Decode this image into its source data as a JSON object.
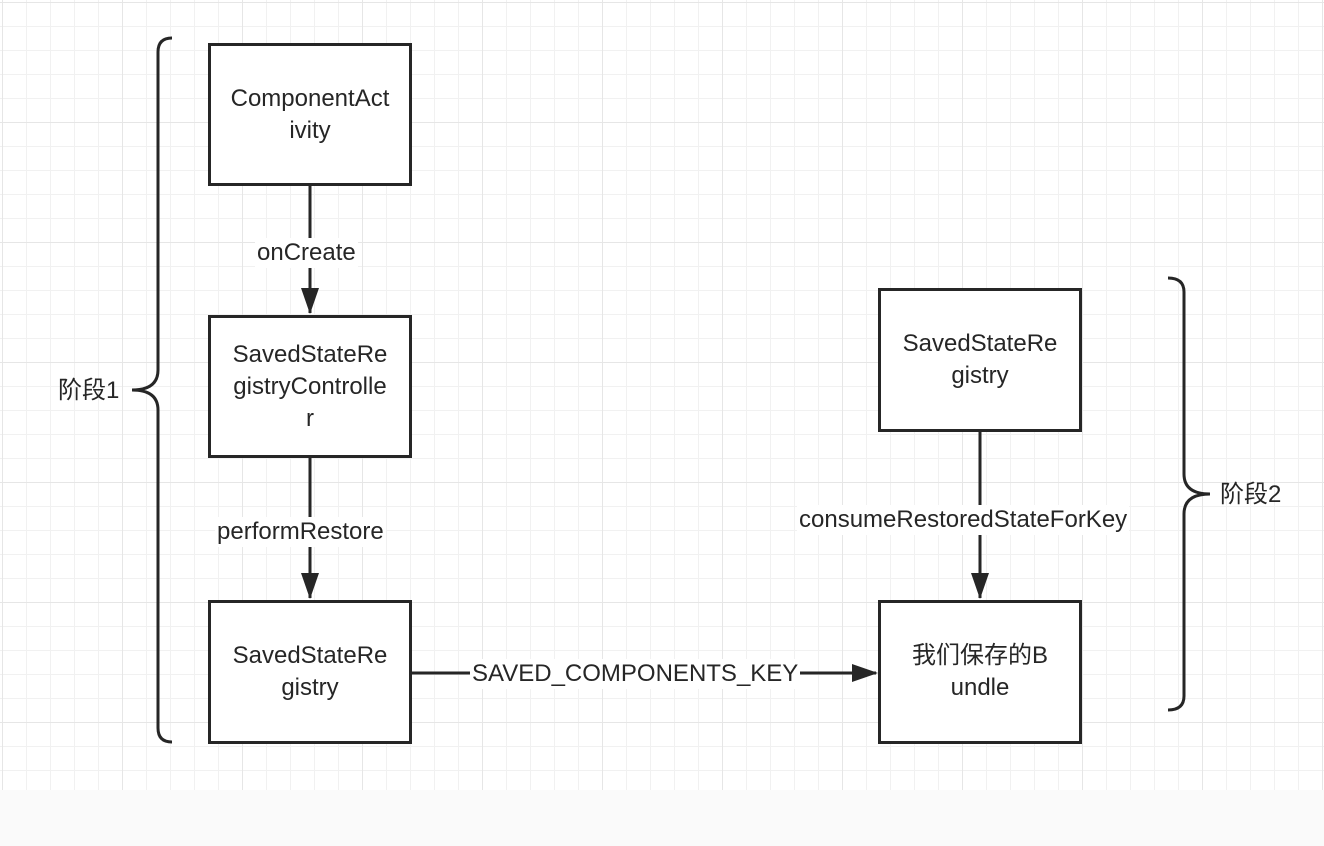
{
  "nodes": {
    "component_activity": "ComponentActivity",
    "registry_controller": "SavedStateRegistryController",
    "registry_stage1": "SavedStateRegistry",
    "registry_stage2": "SavedStateRegistry",
    "saved_bundle": "我们保存的Bundle"
  },
  "edges": {
    "on_create": "onCreate",
    "perform_restore": "performRestore",
    "saved_components_key": "SAVED_COMPONENTS_KEY",
    "consume_restored_state": "consumeRestoredStateForKey"
  },
  "stages": {
    "stage1": "阶段1",
    "stage2": "阶段2"
  },
  "colors": {
    "stroke": "#262626",
    "grid_major": "#e6e6e6",
    "grid_minor": "#f1f1f1"
  }
}
